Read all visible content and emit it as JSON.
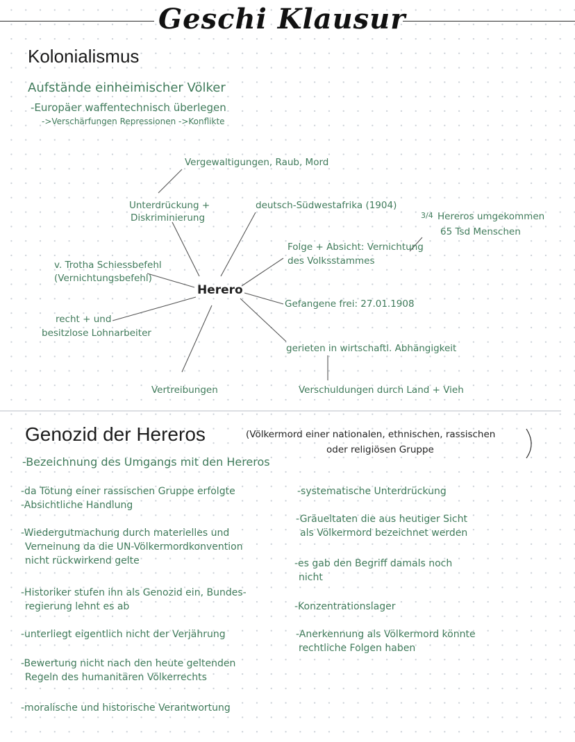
{
  "title": "Geschi Klausur",
  "section1": {
    "heading": "Kolonialismus",
    "subheading": "Aufstände einheimischer Völker",
    "lines": [
      "-Europäer waffentechnisch überlegen",
      "->Verschärfungen Repressionen ->Konflikte"
    ]
  },
  "mindmap": {
    "center": "Herero",
    "nodes": {
      "vergewaltigungen": "Vergewaltigungen, Raub, Mord",
      "unterdrueckung_1": "Unterdrückung +",
      "unterdrueckung_2": "Diskriminierung",
      "suedwest": "deutsch-Südwestafrika (1904)",
      "fraction": "3/4",
      "hereros_1": "Hereros umgekommen",
      "hereros_2": "65 Tsd Menschen",
      "folge_1": "Folge + Absicht: Vernichtung",
      "folge_2": "des Volksstammes",
      "trotha_1": "v. Trotha Schiessbefehl",
      "trotha_2": "(Vernichtungsbefehl)",
      "gefangene": "Gefangene frei: 27.01.1908",
      "recht_1": "recht + und",
      "recht_2": "besitzlose Lohnarbeiter",
      "gerieten": "gerieten in wirtschaftl. Abhängigkeit",
      "vertreibungen": "Vertreibungen",
      "verschuldungen": "Verschuldungen durch Land + Vieh"
    }
  },
  "section2": {
    "heading": "Genozid der Hereros",
    "paren_1": "(Völkermord einer nationalen, ethnischen, rassischen",
    "paren_2": "oder religiösen Gruppe",
    "intro": "-Bezeichnung des Umgangs mit den Hereros",
    "left": [
      "-da Tötung einer rassischen Gruppe erfolgte",
      "-Absichtliche Handlung",
      "-Wiedergutmachung durch materielles und",
      "Verneinung da die UN-Völkermordkonvention",
      "nicht rückwirkend gelte",
      "-Historiker stufen ihn als Genozid ein, Bundes-",
      "regierung lehnt es ab",
      "-unterliegt eigentlich nicht der Verjährung",
      "-Bewertung nicht nach den heute geltenden",
      "Regeln des humanitären Völkerrechts",
      "-moralische und historische Verantwortung"
    ],
    "right": [
      "-systematische Unterdrückung",
      "-Gräueltaten die aus heutiger Sicht",
      "als Völkermord bezeichnet werden",
      "-es gab den Begriff damals noch",
      "nicht",
      "-Konzentrationslager",
      "-Anerkennung als Völkermord könnte",
      "rechtliche Folgen haben"
    ]
  },
  "colors": {
    "ink_green": "#3f7a5a",
    "ink_black": "#1a1a1a",
    "divider": "#d0d4d8"
  }
}
